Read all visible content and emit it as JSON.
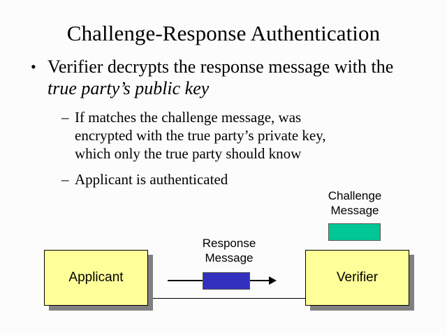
{
  "slide": {
    "title": "Challenge-Response Authentication",
    "bullets": [
      {
        "level": 1,
        "marker": "•",
        "text_plain": "Verifier decrypts the response message with the true party’s public key",
        "text_before_italic": "Verifier decrypts the response message with the ",
        "text_italic": "true party’s public key"
      },
      {
        "level": 2,
        "marker": "–",
        "text": "If matches the challenge message, was encrypted with the true party’s private key, which only the true party should know"
      },
      {
        "level": 2,
        "marker": "–",
        "text": "Applicant is authenticated"
      }
    ]
  },
  "diagram": {
    "nodes": [
      {
        "id": "applicant",
        "label": "Applicant",
        "fill": "#FFFF99"
      },
      {
        "id": "verifier",
        "label": "Verifier",
        "fill": "#FFFF99"
      }
    ],
    "messages": [
      {
        "id": "response",
        "label_line1": "Response",
        "label_line2": "Message",
        "block_color": "#3330BF",
        "direction": "applicant-to-verifier"
      },
      {
        "id": "challenge",
        "label_line1": "Challenge",
        "label_line2": "Message",
        "block_color": "#00C795",
        "direction": "verifier-origin"
      }
    ],
    "shadow_color": "#808080",
    "line_color": "#000000"
  }
}
